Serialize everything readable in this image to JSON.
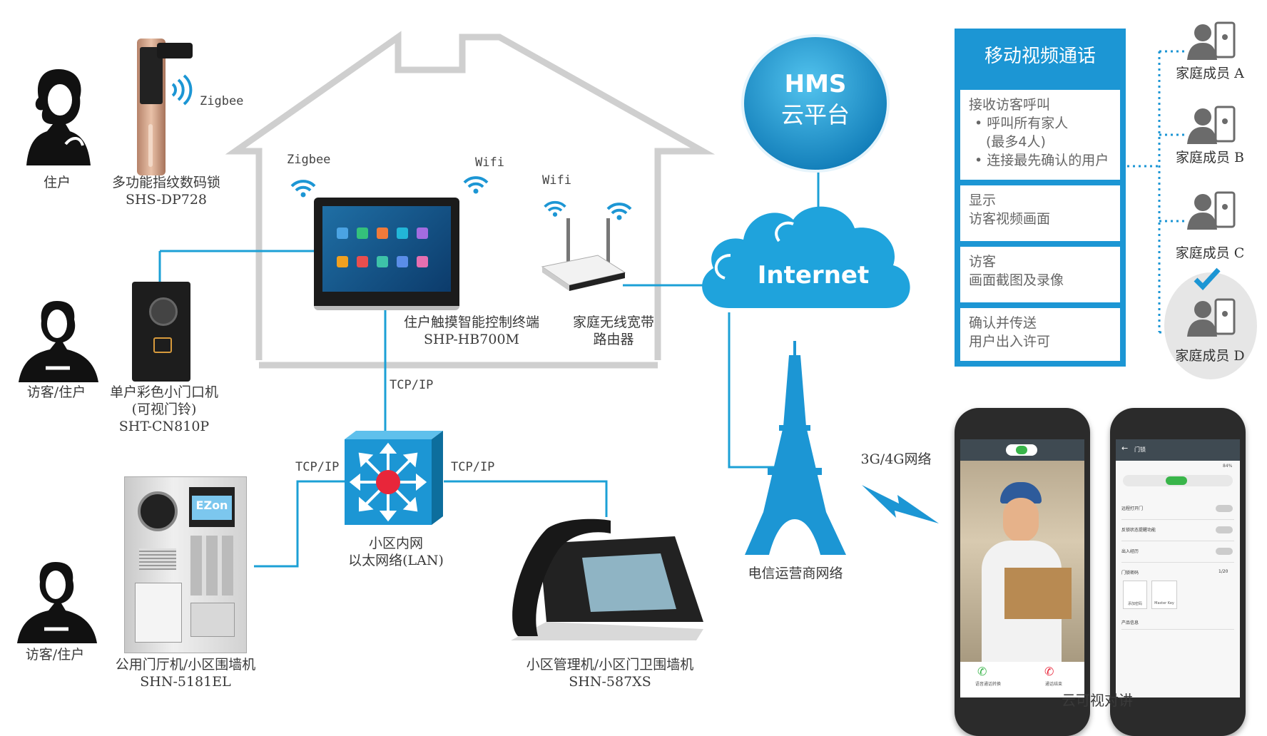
{
  "resident": {
    "role": "住户"
  },
  "doorlock": {
    "name": "多功能指纹数码锁",
    "model": "SHS-DP728",
    "signal": "Zigbee"
  },
  "home_terminal": {
    "name": "住户触摸智能控制终端",
    "model": "SHP-HB700M",
    "signal_left": "Zigbee",
    "signal_right": "Wifi"
  },
  "router": {
    "name_line1": "家庭无线宽带",
    "name_line2": "路由器",
    "signal": "Wifi"
  },
  "visitor1": {
    "role": "访客/住户"
  },
  "door_camera": {
    "name": "单户彩色小门口机",
    "sub": "(可视门铃)",
    "model": "SHT-CN810P"
  },
  "lan": {
    "name_line1": "小区内网",
    "name_line2": "以太网络(LAN)",
    "protocol_top": "TCP/IP",
    "protocol_left": "TCP/IP",
    "protocol_right": "TCP/IP"
  },
  "visitor2": {
    "role": "访客/住户"
  },
  "lobby_panel": {
    "name": "公用门厅机/小区围墙机",
    "model": "SHN-5181EL",
    "brand": "EZon"
  },
  "mgmt_station": {
    "name": "小区管理机/小区门卫围墙机",
    "model": "SHN-587XS"
  },
  "cloud": {
    "hms_line1": "HMS",
    "hms_line2": "云平台",
    "internet": "Internet"
  },
  "telecom": {
    "name": "电信运营商网络",
    "mobile": "3G/4G网络"
  },
  "panel": {
    "title": "移动视频通话",
    "box1_title": "接收访客呼叫",
    "box1_b1a": "呼叫所有家人",
    "box1_b1b": "(最多4人)",
    "box1_b2": "连接最先确认的用户",
    "box2_line1": "显示",
    "box2_line2": "访客视频画面",
    "box3_line1": "访客",
    "box3_line2": "画面截图及录像",
    "box4_line1": "确认并传送",
    "box4_line2": "用户出入许可"
  },
  "members": [
    "家庭成员 A",
    "家庭成员 B",
    "家庭成员 C",
    "家庭成员 D"
  ],
  "phones": {
    "label": "云可视对讲",
    "left": {
      "answer": "语音通话转换",
      "hangup": "通话结束"
    },
    "right": {
      "header": "门锁",
      "battery": "84%",
      "rows": [
        "远程打开门",
        "反锁状态提醒功能",
        "出入经历"
      ],
      "pw_label": "门锁密码",
      "pw_count": "1/20",
      "btn1": "添加密码",
      "btn2": "Master Key",
      "footer": "产品信息"
    }
  },
  "colors": {
    "accent": "#1c96d4",
    "cloud": "#1fa3dc",
    "house": "#cfcfcf"
  }
}
